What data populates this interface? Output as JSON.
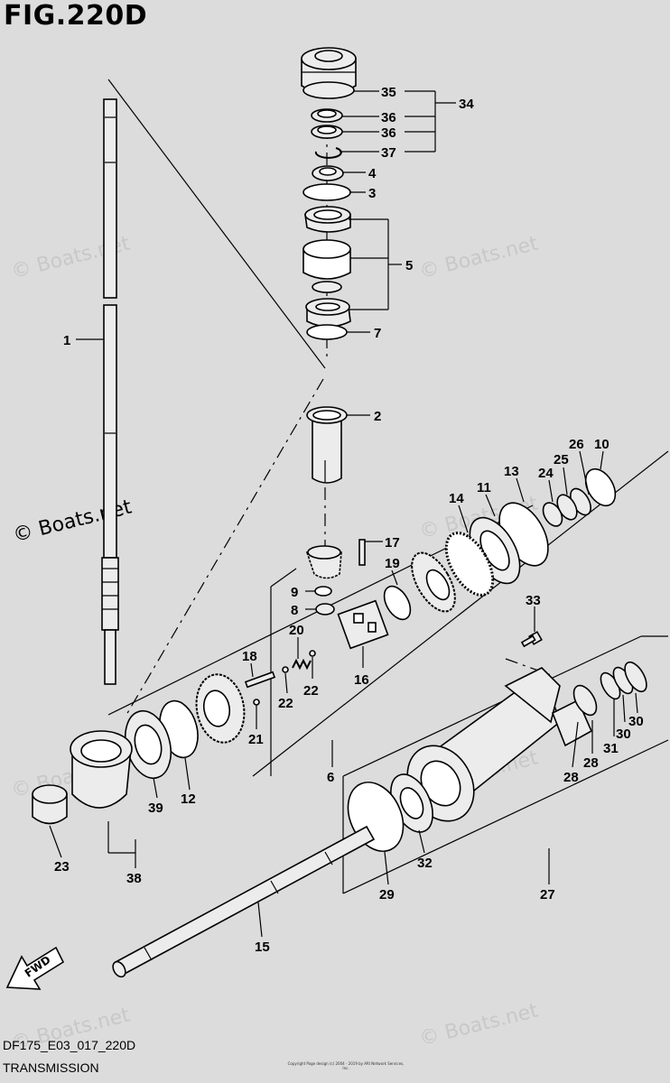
{
  "figure": {
    "title": "FIG.220D",
    "model_code": "DF175_E03_017_220D",
    "section": "TRANSMISSION",
    "copyright": "Copyright Page design (c) 2004 - 2019 by ARI Network Services, Inc.",
    "watermark": "© Boats.net",
    "fwd_label": "FWD"
  },
  "callouts": [
    {
      "id": "c35",
      "text": "35"
    },
    {
      "id": "c34",
      "text": "34"
    },
    {
      "id": "c36a",
      "text": "36"
    },
    {
      "id": "c36b",
      "text": "36"
    },
    {
      "id": "c37",
      "text": "37"
    },
    {
      "id": "c4",
      "text": "4"
    },
    {
      "id": "c3",
      "text": "3"
    },
    {
      "id": "c5",
      "text": "5"
    },
    {
      "id": "c7",
      "text": "7"
    },
    {
      "id": "c1",
      "text": "1"
    },
    {
      "id": "c2",
      "text": "2"
    },
    {
      "id": "c26",
      "text": "26"
    },
    {
      "id": "c10",
      "text": "10"
    },
    {
      "id": "c25",
      "text": "25"
    },
    {
      "id": "c13",
      "text": "13"
    },
    {
      "id": "c24",
      "text": "24"
    },
    {
      "id": "c11",
      "text": "11"
    },
    {
      "id": "c14",
      "text": "14"
    },
    {
      "id": "c17",
      "text": "17"
    },
    {
      "id": "c19",
      "text": "19"
    },
    {
      "id": "c9",
      "text": "9"
    },
    {
      "id": "c8",
      "text": "8"
    },
    {
      "id": "c33",
      "text": "33"
    },
    {
      "id": "c20",
      "text": "20"
    },
    {
      "id": "c18",
      "text": "18"
    },
    {
      "id": "c16",
      "text": "16"
    },
    {
      "id": "c22a",
      "text": "22"
    },
    {
      "id": "c22b",
      "text": "22"
    },
    {
      "id": "c21",
      "text": "21"
    },
    {
      "id": "c30a",
      "text": "30"
    },
    {
      "id": "c31",
      "text": "31"
    },
    {
      "id": "c30b",
      "text": "30"
    },
    {
      "id": "c28a",
      "text": "28"
    },
    {
      "id": "c28b",
      "text": "28"
    },
    {
      "id": "c6",
      "text": "6"
    },
    {
      "id": "c12",
      "text": "12"
    },
    {
      "id": "c39",
      "text": "39"
    },
    {
      "id": "c23",
      "text": "23"
    },
    {
      "id": "c38",
      "text": "38"
    },
    {
      "id": "c32",
      "text": "32"
    },
    {
      "id": "c29",
      "text": "29"
    },
    {
      "id": "c27",
      "text": "27"
    },
    {
      "id": "c15",
      "text": "15"
    }
  ]
}
